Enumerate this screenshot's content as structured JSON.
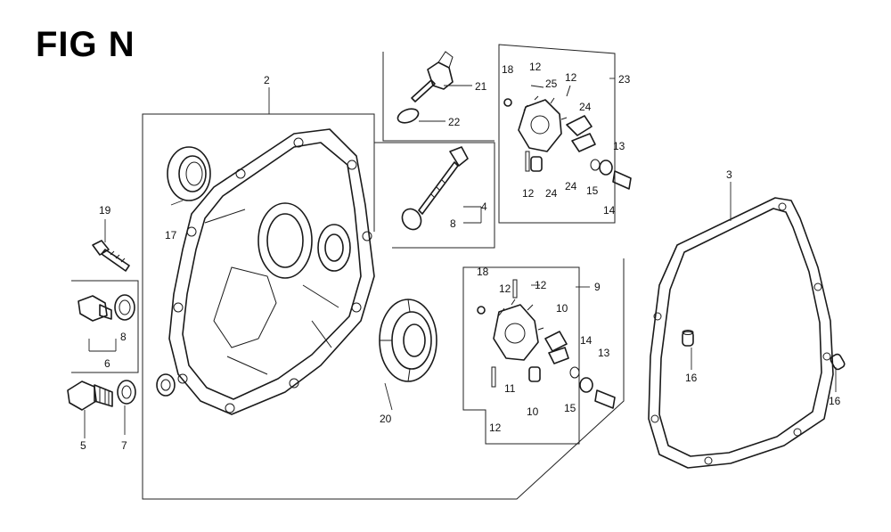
{
  "title": "FIG N",
  "callouts": [
    "2",
    "3",
    "4",
    "5",
    "6",
    "7",
    "8",
    "8",
    "9",
    "10",
    "10",
    "11",
    "12",
    "12",
    "12",
    "12",
    "12",
    "12",
    "13",
    "13",
    "14",
    "14",
    "15",
    "15",
    "16",
    "16",
    "17",
    "18",
    "18",
    "19",
    "20",
    "21",
    "22",
    "23",
    "24",
    "24",
    "24",
    "25"
  ],
  "colors": {
    "ink": "#1a1a1a",
    "background": "#ffffff"
  }
}
